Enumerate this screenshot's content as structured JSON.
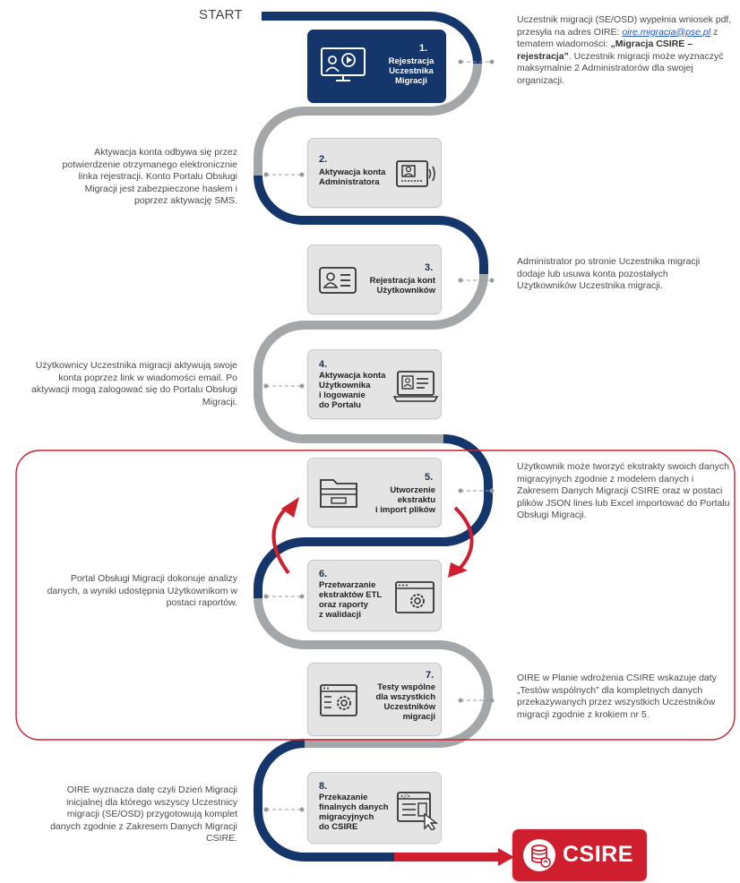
{
  "start_label": "START",
  "steps": [
    {
      "number": "1.",
      "label": "Rejestracja Uczestnika Migracji",
      "lines": [
        "Rejestracja",
        "Uczestnika",
        "Migracji"
      ],
      "icon": "video-presentation-icon"
    },
    {
      "number": "2.",
      "label": "Aktywacja konta Administratora",
      "lines": [
        "Aktywacja konta",
        "Administratora"
      ],
      "icon": "id-card-contactless-icon"
    },
    {
      "number": "3.",
      "label": "Rejestracja kont Użytkowników",
      "lines": [
        "Rejestracja kont",
        "Użytkowników"
      ],
      "icon": "user-card-icon"
    },
    {
      "number": "4.",
      "label": "Aktywacja konta Użytkownika i logowanie do Portalu",
      "lines": [
        "Aktywacja konta",
        "Użytkownika",
        "i logowanie",
        "do Portalu"
      ],
      "icon": "laptop-login-icon"
    },
    {
      "number": "5.",
      "label": "Utworzenie ekstraktu i import plików",
      "lines": [
        "Utworzenie",
        "ekstraktu",
        "i import plików"
      ],
      "icon": "folder-icon"
    },
    {
      "number": "6.",
      "label": "Przetwarzanie ekstraktów ETL oraz raporty z walidacji",
      "lines": [
        "Przetwarzanie",
        "ekstraktów ETL",
        "oraz raporty",
        "z walidacji"
      ],
      "icon": "browser-gear-icon"
    },
    {
      "number": "7.",
      "label": "Testy wspólne dla wszystkich Uczestników migracji",
      "lines": [
        "Testy wspólne",
        "dla wszystkich",
        "Uczestników",
        "migracji"
      ],
      "icon": "window-gear-icon"
    },
    {
      "number": "8.",
      "label": "Przekazanie finalnych danych migracyjnych do CSIRE",
      "lines": [
        "Przekazanie",
        "finalnych danych",
        "migracyjnych",
        "do CSIRE"
      ],
      "icon": "code-window-cursor-icon"
    }
  ],
  "descriptions": {
    "step1": {
      "pre": "Uczestnik migracji (SE/OSD) wypełnia wniosek pdf, przesyła na adres OIRE: ",
      "email": "oire.migracja@pse.pl",
      "mid": " z tematem wiadomości: ",
      "subject": "„Migracja CSIRE – rejestracja”",
      "post": ". Uczestnik migracji może wyznaczyć maksymalnie 2 Administratorów dla swojej organizacji."
    },
    "step2": "Aktywacja konta odbywa się przez potwierdzenie otrzymanego elektronicznie linka rejestracji. Konto Portalu Obsługi Migracji jest zabezpieczone hasłem i poprzez aktywację SMS.",
    "step3": "Administrator po stronie Uczestnika migracji dodaje lub usuwa konta pozostałych Użytkowników Uczestnika migracji.",
    "step4": "Użytkownicy Uczestnika migracji aktywują swoje konta poprzez link w wiadomości email. Po aktywacji mogą zalogować się do Portalu Obsługi Migracji.",
    "step5": "Użytkownik może tworzyć ekstrakty swoich danych migracyjnych zgodnie z modelem danych i Zakresem Danych Migracji CSIRE oraz w postaci plików JSON lines lub Excel importować do Portalu Obsługi Migracji.",
    "step6": "Portal Obsługi Migracji dokonuje analizy danych, a wyniki udostępnia Użytkownikom w postaci raportów.",
    "step7": "OIRE w Planie wdrożenia CSIRE wskazuje daty „Testów wspólnych” dla kompletnych danych przekazywanych przez wszystkich Uczestników migracji zgodnie z krokiem nr 5.",
    "step8": "OIRE wyznacza datę czyli Dzień Migracji inicjalnej dla którego wszyscy Uczestnicy migracji (SE/OSD) przygotowują komplet danych zgodnie z Zakresem Danych Migracji CSIRE."
  },
  "end_badge": {
    "label": "CSIRE",
    "icon": "database-sync-icon"
  },
  "colors": {
    "navy": "#14366b",
    "gray": "#a4a7aa",
    "red": "#cf1f2e",
    "box": "#e4e4e4"
  }
}
